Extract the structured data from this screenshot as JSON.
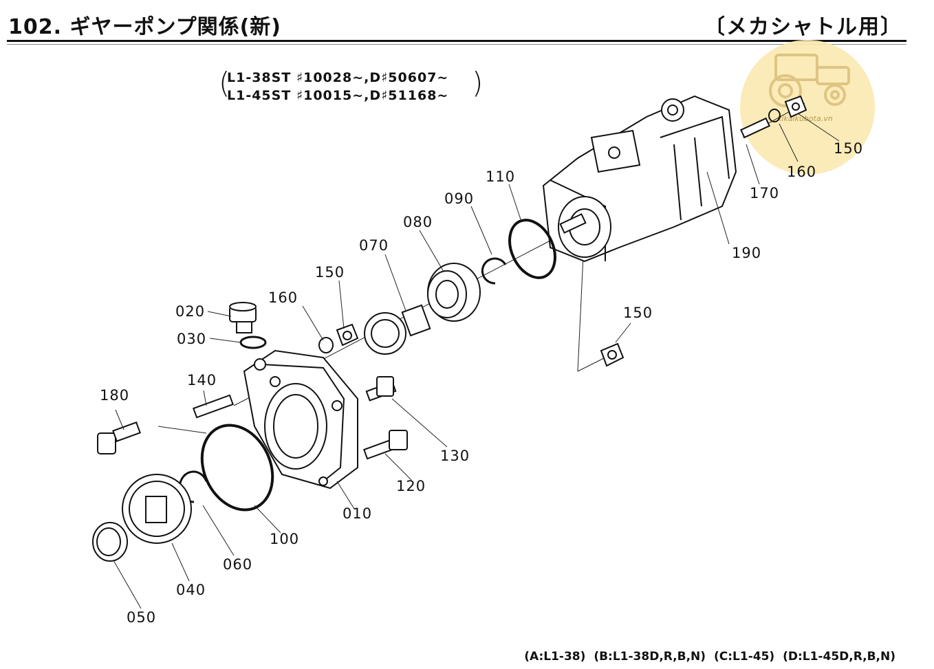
{
  "header": {
    "title": "102. ギヤーポンプ関係(新)",
    "variant": "〔メカシャトル用〕"
  },
  "serials": {
    "line1": "L1-38ST  ♯10028~,D♯50607~",
    "line2": "L1-45ST  ♯10015~,D♯51168~"
  },
  "watermark": {
    "text": "kikaikubota.vn"
  },
  "parts": [
    {
      "code": "010"
    },
    {
      "code": "020"
    },
    {
      "code": "030"
    },
    {
      "code": "040"
    },
    {
      "code": "050"
    },
    {
      "code": "060"
    },
    {
      "code": "070"
    },
    {
      "code": "080"
    },
    {
      "code": "090"
    },
    {
      "code": "100"
    },
    {
      "code": "110"
    },
    {
      "code": "120"
    },
    {
      "code": "130"
    },
    {
      "code": "140"
    },
    {
      "code": "150"
    },
    {
      "code": "150"
    },
    {
      "code": "150"
    },
    {
      "code": "160"
    },
    {
      "code": "160"
    },
    {
      "code": "170"
    },
    {
      "code": "180"
    },
    {
      "code": "190"
    }
  ],
  "footer": {
    "a": "(A:L1-38)",
    "b": "(B:L1-38D,R,B,N)",
    "c": "(C:L1-45)",
    "d": "(D:L1-45D,R,B,N)"
  }
}
